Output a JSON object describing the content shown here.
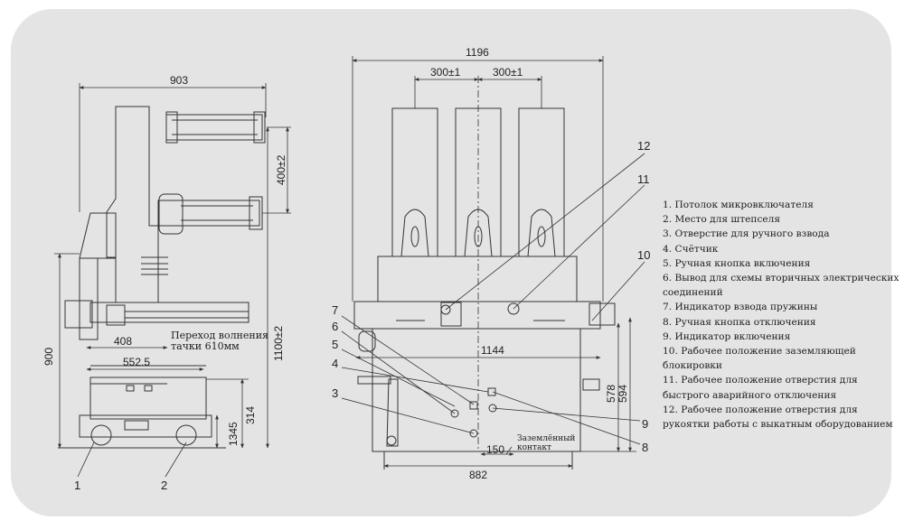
{
  "side_view": {
    "dim_width": "903",
    "dim_pitch": "400±2",
    "dim_total_height": "1100±2",
    "dim_height_900": "900",
    "dim_408": "408",
    "dim_552": "552.5",
    "dim_314": "314",
    "dim_1345": "1345",
    "note_line1": "Переход волнения",
    "note_line2": "тачки 610мм",
    "callout_1": "1",
    "callout_2": "2"
  },
  "front_view": {
    "dim_width": "1196",
    "dim_phase_left": "300±1",
    "dim_phase_right": "300±1",
    "dim_1144": "1144",
    "dim_882": "882",
    "dim_150": "150",
    "dim_578": "578",
    "dim_594": "594",
    "ground_line1": "Заземлённый",
    "ground_line2": "контакт",
    "callouts": [
      "3",
      "4",
      "5",
      "6",
      "7",
      "8",
      "9",
      "10",
      "11",
      "12"
    ]
  },
  "legend": [
    "1. Потолок микровключателя",
    "2. Место для штепселя",
    "3. Отверстие для ручного взвода",
    "4. Счётчик",
    "5. Ручная кнопка включения",
    "6. Вывод для схемы вторичных электрических соединений",
    "7. Индикатор взвода пружины",
    "8. Ручная кнопка отключения",
    "9. Индикатор включения",
    "10. Рабочее положение заземляющей блокировки",
    "11. Рабочее положение отверстия для быстрого аварийного отключения",
    "12. Рабочее положение отверстия для рукоятки работы с выкатным оборудованием"
  ],
  "colors": {
    "panel": "#e4e4e4",
    "line": "#333333",
    "text": "#222222"
  }
}
